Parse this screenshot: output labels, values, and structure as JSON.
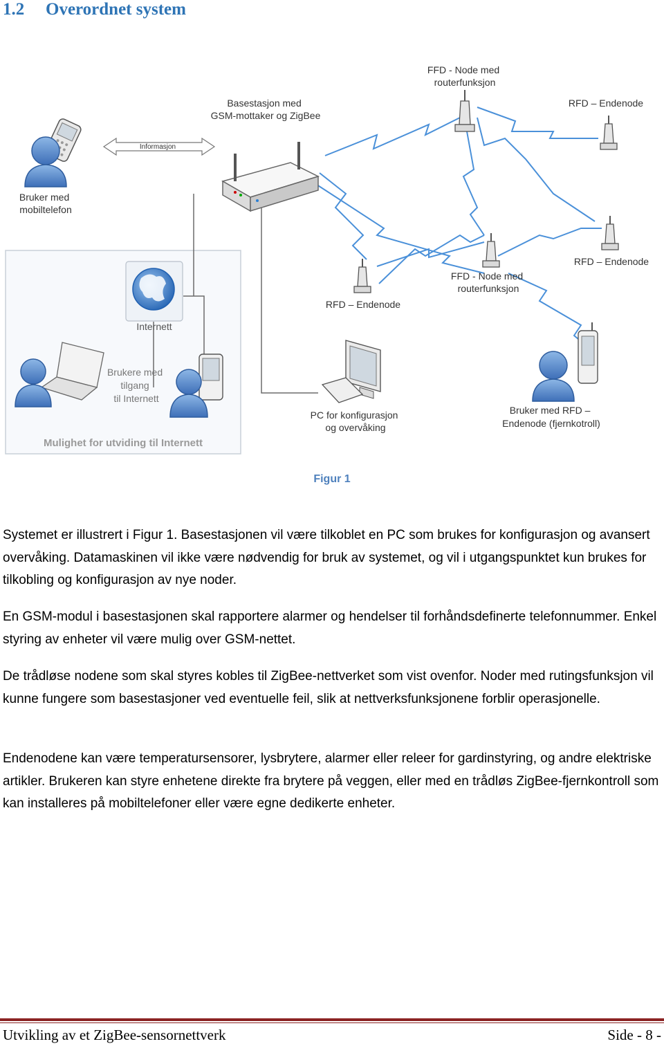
{
  "section": {
    "number": "1.2",
    "title": "Overordnet system"
  },
  "figure": {
    "labels": {
      "user_mobile": [
        "Bruker med",
        "mobiltelefon"
      ],
      "info_arrow": "Informasjon",
      "basestation": [
        "Basestasjon med",
        "GSM-mottaker og ZigBee"
      ],
      "ffd_top": [
        "FFD - Node med",
        "routerfunksjon"
      ],
      "rfd_top_right": "RFD – Endenode",
      "rfd_right": "RFD – Endenode",
      "ffd_middle": [
        "FFD - Node med",
        "routerfunksjon"
      ],
      "rfd_left": "RFD – Endenode",
      "internet": "Internett",
      "internet_users": [
        "Brukere med",
        "tilgang",
        "til Internett"
      ],
      "internet_box_caption": "Mulighet for utviding til Internett",
      "pc": [
        "PC for konfigurasjon",
        "og overvåking"
      ],
      "rfd_user": [
        "Bruker med RFD –",
        "Endenode (fjernkotroll)"
      ]
    },
    "caption": "Figur 1"
  },
  "paragraphs": [
    "Systemet er illustrert i Figur 1. Basestasjonen vil være tilkoblet en PC som brukes for konfigurasjon og avansert overvåking. Datamaskinen vil ikke være nødvendig for bruk av systemet, og vil i utgangspunktet kun brukes for tilkobling og konfigurasjon av nye noder.",
    "En GSM-modul i basestasjonen skal rapportere alarmer og hendelser til forhåndsdefinerte telefonnummer. Enkel styring av enheter vil være mulig over GSM-nettet.",
    "De trådløse nodene som skal styres kobles til ZigBee-nettverket som vist ovenfor. Noder med rutingsfunksjon vil kunne fungere som basestasjoner ved eventuelle feil, slik at nettverksfunksjonene forblir operasjonelle.",
    "Endenodene kan være temperatursensorer, lysbrytere, alarmer eller releer for gardinstyring, og andre elektriske artikler. Brukeren kan styre enhetene direkte fra brytere på veggen, eller med en trådløs ZigBee-fjernkontroll som kan installeres på mobiltelefoner eller være egne dedikerte enheter."
  ],
  "footer": {
    "left": "Utvikling av et ZigBee-sensornettverk",
    "right": "Side - 8 -"
  },
  "colors": {
    "heading": "#2e74b5",
    "caption": "#4f81bd",
    "footer_rule": "#8b2323",
    "person": "#5b8fd0"
  }
}
